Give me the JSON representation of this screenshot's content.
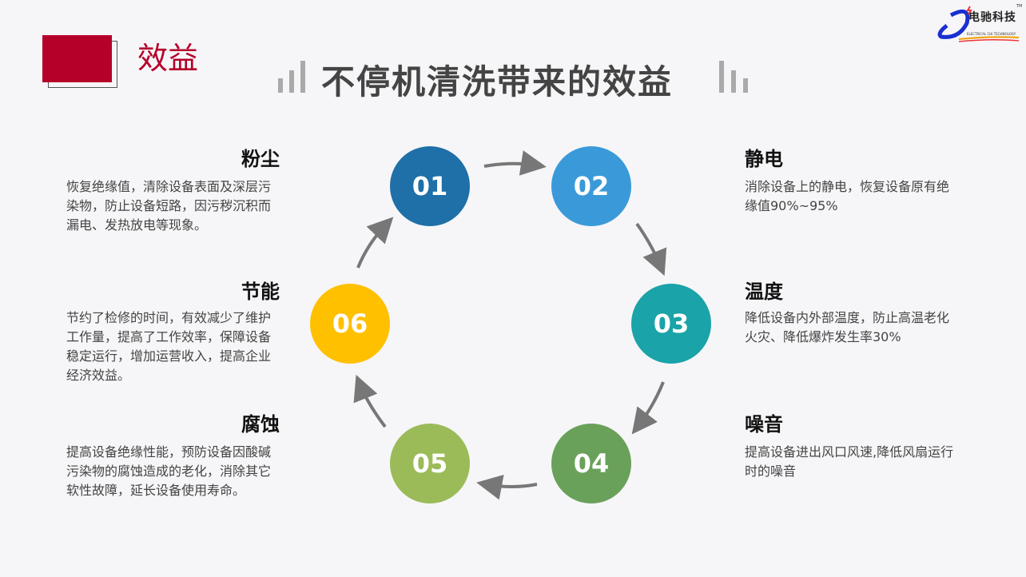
{
  "logo": {
    "text": "电驰科技",
    "subtext": "ELECTRICAL CHI TECHNOLOGY",
    "tm": "TM"
  },
  "section_label": "效益",
  "title": "不停机清洗带来的效益",
  "steps": [
    {
      "num": "01",
      "color": "#1f6fa8",
      "heading": "粉尘",
      "body": "恢复绝缘值，清除设备表面及深层污染物，防止设备短路，因污秽沉积而漏电、发热放电等现象。"
    },
    {
      "num": "02",
      "color": "#3a9ad9",
      "heading": "静电",
      "body": "消除设备上的静电，恢复设备原有绝缘值90%~95%"
    },
    {
      "num": "03",
      "color": "#1aa3a8",
      "heading": "温度",
      "body": "降低设备内外部温度，防止高温老化火灾、降低爆炸发生率30%"
    },
    {
      "num": "04",
      "color": "#6aa15a",
      "heading": "噪音",
      "body": "提高设备进出风口风速,降低风扇运行时的噪音"
    },
    {
      "num": "05",
      "color": "#9bbb59",
      "heading": "腐蚀",
      "body": "提高设备绝缘性能，预防设备因酸碱污染物的腐蚀造成的老化，消除其它软性故障，延长设备使用寿命。"
    },
    {
      "num": "06",
      "color": "#ffc000",
      "heading": "节能",
      "body": "节约了检修的时间，有效减少了维护工作量，提高了工作效率，保障设备稳定运行，增加运营收入，提高企业经济效益。"
    }
  ]
}
